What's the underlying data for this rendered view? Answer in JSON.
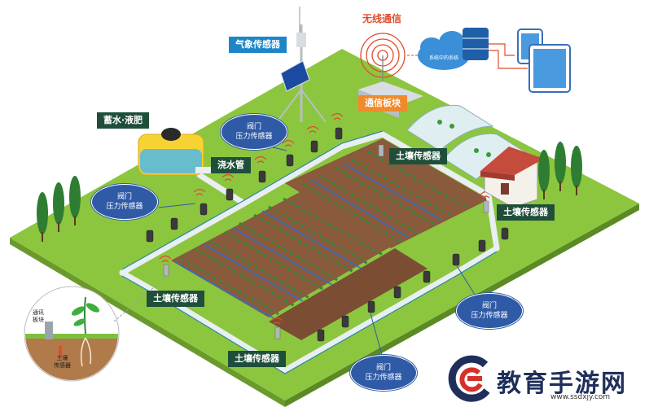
{
  "labels": {
    "weather_sensor": "气象传感器",
    "wireless": "无线通信",
    "cloud_system": "系统中的系统",
    "comm_board": "通信板块",
    "water_fertilizer": "蓄水·液肥",
    "watering_pipe": "浇水管",
    "soil_sensor": "土壤传感器"
  },
  "valve_bubble": {
    "line1": "阀门",
    "line2": "压力传感器"
  },
  "inset": {
    "board_line1": "通讯",
    "board_line2": "板块",
    "soil_line1": "土壤",
    "soil_line2": "传感器"
  },
  "watermark": {
    "text": "教育手游网",
    "url": "www.ssdxjy.com"
  },
  "colors": {
    "grass": "#8cc63f",
    "soil": "#8a5a3c",
    "pipe": "#e8eef2",
    "label_green": "#1f4f3a",
    "label_blue": "#1e86c8",
    "label_orange": "#f08a2a",
    "bubble_blue": "#2f5aa6",
    "wireless_red": "#e14b2c"
  }
}
